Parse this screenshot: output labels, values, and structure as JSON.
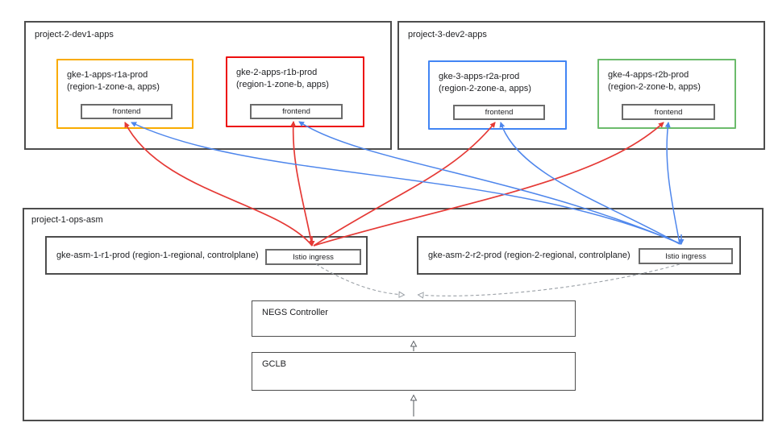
{
  "projects": [
    {
      "label": "project-2-dev1-apps"
    },
    {
      "label": "project-3-dev2-apps"
    },
    {
      "label": "project-1-ops-asm"
    }
  ],
  "app_clusters": [
    {
      "name": "gke-1-apps-r1a-prod",
      "location": "(region-1-zone-a, apps)",
      "workload": "frontend",
      "border_color": "#F9AB00"
    },
    {
      "name": "gke-2-apps-r1b-prod",
      "location": "(region-1-zone-b, apps)",
      "workload": "frontend",
      "border_color": "#ED0E0E"
    },
    {
      "name": "gke-3-apps-r2a-prod",
      "location": "(region-2-zone-a, apps)",
      "workload": "frontend",
      "border_color": "#4285F4"
    },
    {
      "name": "gke-4-apps-r2b-prod",
      "location": "(region-2-zone-b, apps)",
      "workload": "frontend",
      "border_color": "#6CBB6C"
    }
  ],
  "asm_clusters": [
    {
      "name": "gke-asm-1-r1-prod (region-1-regional, controlplane)",
      "ingress_label": "Istio ingress"
    },
    {
      "name": "gke-asm-2-r2-prod (region-2-regional, controlplane)",
      "ingress_label": "Istio ingress"
    }
  ],
  "infra": {
    "negs_label": "NEGS Controller",
    "gclb_label": "GCLB"
  },
  "edge_colors": {
    "red_traffic": "#E53935",
    "blue_traffic": "#4E86EC",
    "dashed_link": "#9AA0A6",
    "plain_link": "#5F6368"
  }
}
